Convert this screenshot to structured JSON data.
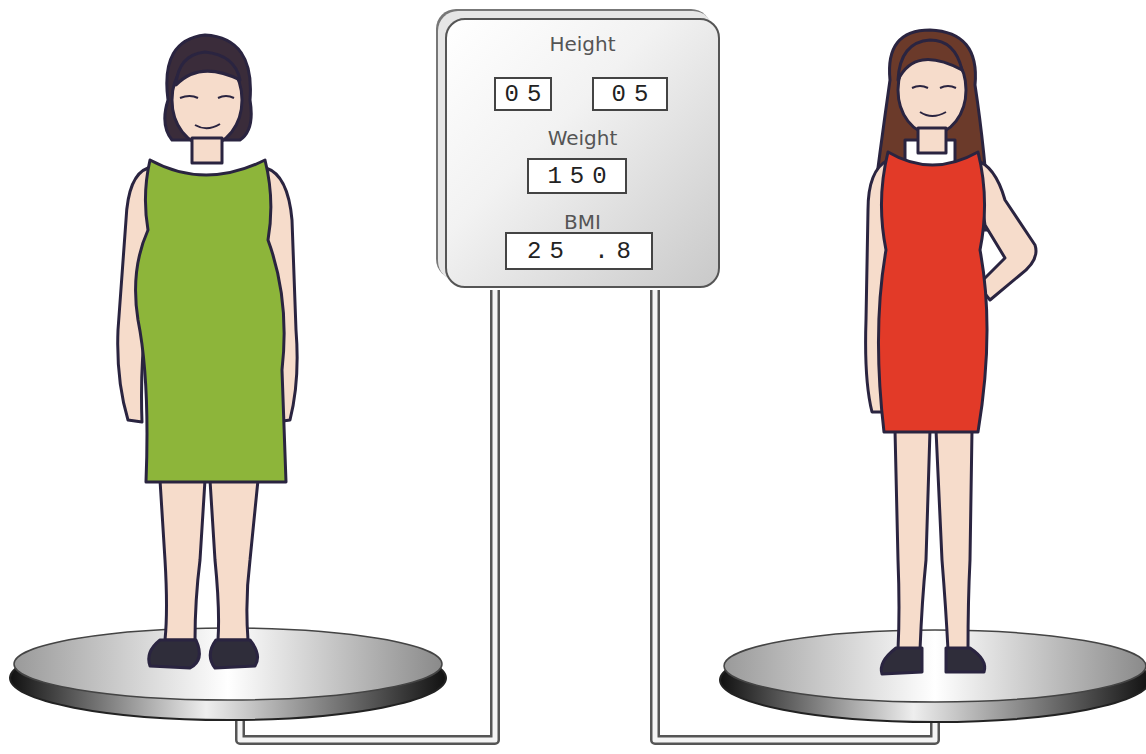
{
  "diagram": {
    "nodes": [
      {
        "text": [
          "Height",
          "Weight",
          "BMI"
        ]
      },
      {
        "text": [
          "05"
        ],
        "in": 0
      },
      {
        "text": [
          "05"
        ],
        "in": 0
      },
      {
        "text": [
          "150"
        ],
        "in": 0
      },
      {
        "text": [
          "25 .8"
        ],
        "in": 0
      }
    ]
  }
}
